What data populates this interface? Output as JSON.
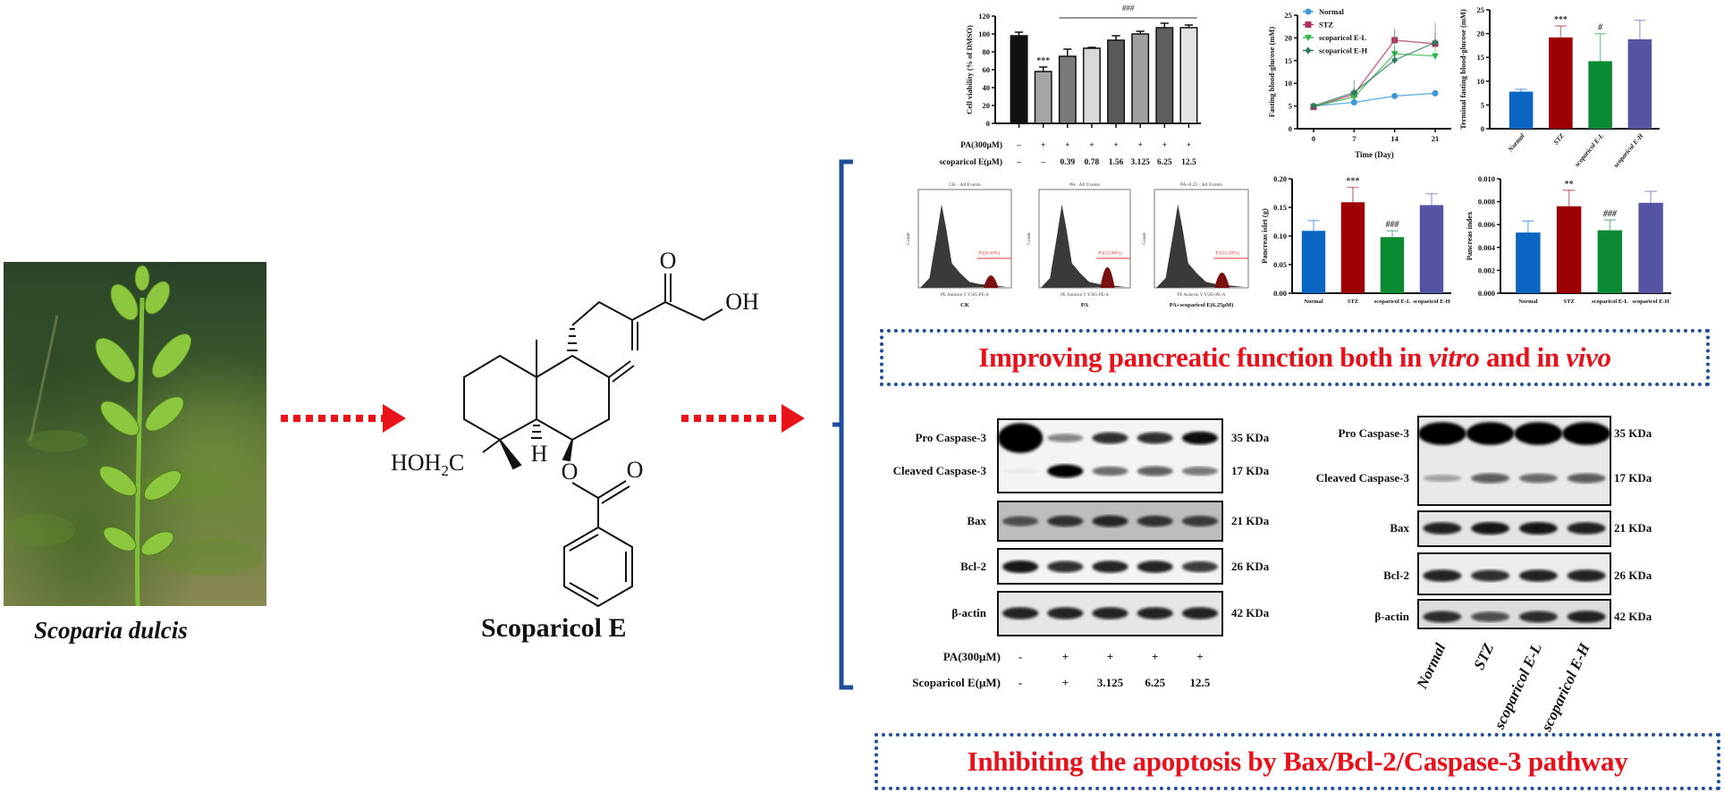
{
  "plant": {
    "caption": "Scoparia dulcis"
  },
  "compound": {
    "name": "Scoparicol E",
    "atoms": {
      "oh": "OH",
      "o_ketone": "O",
      "hoh": "HOH",
      "sub2": "2",
      "c": "C",
      "h": "H",
      "o_ester": "O",
      "o_carbonyl": "O"
    }
  },
  "headlines": {
    "top_pre": "Improving pancreatic function both in ",
    "top_it1": "vitro",
    "top_mid": " and in ",
    "top_it2": "vivo",
    "bottom": "Inhibiting the apoptosis by Bax/Bcl-2/Caspase-3 pathway"
  },
  "colors": {
    "arrow": "#e8141a",
    "bracket": "#1f4e9a",
    "headline": "#e8101a",
    "normal": "#0a66c2",
    "stz": "#9c0006",
    "scoparicol_l": "#0a8a32",
    "scoparicol_h": "#5553a3"
  },
  "chart_data": [
    {
      "id": "cell-viability",
      "type": "bar",
      "ylabel": "Cell viability (% of DMSO)",
      "ylim": [
        0,
        120
      ],
      "yticks": [
        0,
        20,
        40,
        60,
        80,
        100,
        120
      ],
      "ytick_labels": [
        "0",
        "20",
        "40",
        "60",
        "80",
        "100",
        "120"
      ],
      "values": [
        98,
        58,
        75,
        84,
        93,
        100,
        107,
        107
      ],
      "errors": [
        4,
        5,
        8,
        1,
        5,
        3,
        5,
        3
      ],
      "colors": [
        "#111111",
        "#a6a6a6",
        "#7a7a7a",
        "#d9d9d9",
        "#5a5a5a",
        "#a0a0a0",
        "#5e5e5e",
        "#e3e3e3"
      ],
      "annotations": [
        "",
        "***",
        "",
        "",
        "",
        "",
        "",
        ""
      ],
      "bracket": {
        "label": "###",
        "from": 2,
        "to": 7
      },
      "rows": [
        {
          "label": "PA(300μM)",
          "values": [
            "–",
            "+",
            "+",
            "+",
            "+",
            "+",
            "+",
            "+"
          ]
        },
        {
          "label": "scoparicol E(μM)",
          "values": [
            "–",
            "–",
            "0.39",
            "0.78",
            "1.56",
            "3.125",
            "6.25",
            "12.5"
          ]
        }
      ]
    },
    {
      "id": "fasting-glucose",
      "type": "line",
      "xlabel": "Time (Day)",
      "ylabel": "Fasting blood-glucose (mM)",
      "x": [
        0,
        7,
        14,
        21
      ],
      "xtick_labels": [
        "0",
        "7",
        "14",
        "21"
      ],
      "ylim": [
        0,
        25
      ],
      "yticks": [
        0,
        5,
        10,
        15,
        20,
        25
      ],
      "ytick_labels": [
        "0",
        "5",
        "10",
        "15",
        "20",
        "25"
      ],
      "series": [
        {
          "name": "Normal",
          "values": [
            5.0,
            5.8,
            7.2,
            7.8
          ],
          "errors": [
            0.3,
            0.3,
            0.3,
            0.4
          ],
          "color": "#3a9ad9",
          "marker": "circle"
        },
        {
          "name": "STZ",
          "values": [
            4.8,
            7.6,
            19.5,
            18.7
          ],
          "errors": [
            0.3,
            1.5,
            2.6,
            2.6
          ],
          "color": "#b03060",
          "marker": "square"
        },
        {
          "name": "scoparicol E-L",
          "values": [
            4.9,
            7.0,
            16.5,
            16.0
          ],
          "errors": [
            0.3,
            1.5,
            5.0,
            3.0
          ],
          "color": "#2db84a",
          "marker": "triangle"
        },
        {
          "name": "scoparicol E-H",
          "values": [
            5.0,
            8.0,
            15.1,
            19.0
          ],
          "errors": [
            0.3,
            2.7,
            3.0,
            4.3
          ],
          "color": "#2e7a5e",
          "marker": "diamond"
        }
      ],
      "legend": "top-left"
    },
    {
      "id": "terminal-glucose",
      "type": "bar",
      "ylabel": "Terminal fasting blood-glucose (mM)",
      "ylim": [
        0,
        25
      ],
      "yticks": [
        0,
        5,
        10,
        15,
        20,
        25
      ],
      "ytick_labels": [
        "0",
        "5",
        "10",
        "15",
        "20",
        "25"
      ],
      "categories": [
        "Normal",
        "STZ",
        "scoparicol E-L",
        "scoparicol E-H"
      ],
      "values": [
        7.8,
        19.2,
        14.2,
        18.8
      ],
      "errors": [
        0.5,
        2.4,
        5.8,
        4.0
      ],
      "colors": [
        "#0a66c2",
        "#9c0006",
        "#0a8a32",
        "#5553a3"
      ],
      "annotations": [
        "",
        "***",
        "#",
        ""
      ]
    },
    {
      "id": "pancreas-islet",
      "type": "bar",
      "ylabel": "Pancreas islet (g)",
      "ylim": [
        0,
        0.2
      ],
      "yticks": [
        0,
        0.05,
        0.1,
        0.15,
        0.2
      ],
      "ytick_labels": [
        "0.00",
        "0.05",
        "0.10",
        "0.15",
        "0.20"
      ],
      "categories": [
        "Normal",
        "STZ",
        "scoparicol E-L",
        "scoparicol E-H"
      ],
      "values": [
        0.109,
        0.159,
        0.098,
        0.154
      ],
      "errors": [
        0.018,
        0.026,
        0.011,
        0.02
      ],
      "colors": [
        "#0a66c2",
        "#9c0006",
        "#0a8a32",
        "#5553a3"
      ],
      "annotations": [
        "",
        "***",
        "###",
        ""
      ]
    },
    {
      "id": "pancreas-index",
      "type": "bar",
      "ylabel": "Pancreas index",
      "ylim": [
        0,
        0.01
      ],
      "yticks": [
        0,
        0.002,
        0.004,
        0.006,
        0.008,
        0.01
      ],
      "ytick_labels": [
        "0.000",
        "0.002",
        "0.004",
        "0.006",
        "0.008",
        "0.010"
      ],
      "categories": [
        "Normal",
        "STZ",
        "scoparicol E-L",
        "scoparicol E-H"
      ],
      "values": [
        0.0053,
        0.0076,
        0.0055,
        0.0079
      ],
      "errors": [
        0.001,
        0.0014,
        0.0009,
        0.001
      ],
      "colors": [
        "#0a66c2",
        "#9c0006",
        "#0a8a32",
        "#5553a3"
      ],
      "annotations": [
        "",
        "**",
        "###",
        ""
      ]
    }
  ],
  "flow": {
    "ylabel": "Count",
    "xlabel": "PE Annexin V Y585-PE-A",
    "panels": [
      {
        "title": "CK · All Events",
        "gate": "P2(8.44%)",
        "label": "CK",
        "gate_percent": 8.44
      },
      {
        "title": "PA · All Events",
        "gate": "P2(22.86%)",
        "label": "PA",
        "gate_percent": 22.86
      },
      {
        "title": "PA+6.25 · All Events",
        "gate": "P2(13.28%)",
        "label": "PA+scoparicol E(6.25μM)",
        "gate_percent": 13.28
      }
    ]
  },
  "western_left": {
    "proteins": [
      {
        "label": "Pro Caspase-3",
        "kda": "35 KDa",
        "intensity": [
          1.6,
          0.45,
          0.8,
          0.8,
          0.95
        ]
      },
      {
        "label": "Cleaved Caspase-3",
        "kda": "17 KDa",
        "intensity": [
          0.05,
          1.0,
          0.55,
          0.6,
          0.5
        ]
      },
      {
        "label": "Bax",
        "kda": "21 KDa",
        "intensity": [
          0.6,
          0.75,
          0.8,
          0.75,
          0.7
        ]
      },
      {
        "label": "Bcl-2",
        "kda": "26 KDa",
        "intensity": [
          0.9,
          0.8,
          0.85,
          0.85,
          0.75
        ]
      },
      {
        "label": "β-actin",
        "kda": "42 KDa",
        "intensity": [
          0.85,
          0.85,
          0.85,
          0.85,
          0.85
        ]
      }
    ],
    "rows": [
      {
        "label": "PA(300μM)",
        "values": [
          "-",
          "+",
          "+",
          "+",
          "+"
        ]
      },
      {
        "label": "Scoparicol E(μM)",
        "values": [
          "-",
          "+",
          "3.125",
          "6.25",
          "12.5"
        ]
      }
    ]
  },
  "western_right": {
    "proteins": [
      {
        "label": "Pro Caspase-3",
        "kda": "35 KDa",
        "intensity": [
          1.1,
          1.1,
          1.1,
          1.1
        ]
      },
      {
        "label": "Cleaved Caspase-3",
        "kda": "17 KDa",
        "intensity": [
          0.3,
          0.6,
          0.55,
          0.6
        ]
      },
      {
        "label": "Bax",
        "kda": "21 KDa",
        "intensity": [
          0.85,
          0.9,
          0.9,
          0.85
        ]
      },
      {
        "label": "Bcl-2",
        "kda": "26 KDa",
        "intensity": [
          0.85,
          0.8,
          0.85,
          0.85
        ]
      },
      {
        "label": "β-actin",
        "kda": "42 KDa",
        "intensity": [
          0.8,
          0.65,
          0.8,
          0.85
        ]
      }
    ],
    "lanes": [
      "Normal",
      "STZ",
      "scoparicol E-L",
      "scoparicol E-H"
    ]
  }
}
